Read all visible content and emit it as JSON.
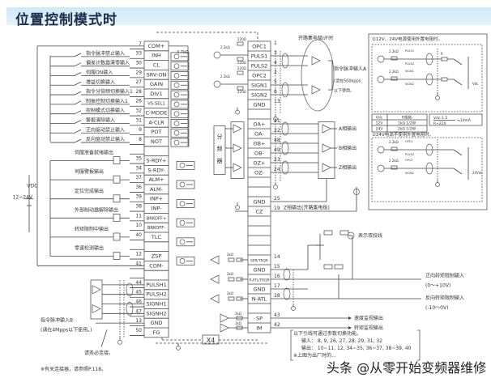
{
  "title": "位置控制模式时",
  "left_connector": {
    "rows": [
      {
        "signal": "COM+",
        "pin": "7",
        "label": ""
      },
      {
        "signal": "INH",
        "pin": "33",
        "label": "指令脉冲禁止输入"
      },
      {
        "signal": "CL",
        "pin": "30",
        "label": "偏差计数器清零输入"
      },
      {
        "signal": "SRV-ON",
        "pin": "29",
        "label": "伺服ON输入"
      },
      {
        "signal": "GAIN",
        "pin": "27",
        "label": "增益切换输入"
      },
      {
        "signal": "DIV1",
        "pin": "28",
        "label": "指令分倍频切换输入1"
      },
      {
        "signal": "VS-SEL1",
        "pin": "26",
        "label": "制振控制切换输入1"
      },
      {
        "signal": "C-MODE",
        "pin": "32",
        "label": "控制模式切换输入"
      },
      {
        "signal": "A-CLR",
        "pin": "31",
        "label": "警报清除输入"
      },
      {
        "signal": "POT",
        "pin": "9",
        "label": "正向驱动禁止输入"
      },
      {
        "signal": "NOT",
        "pin": "8",
        "label": "反向驱动禁止输入"
      },
      {
        "signal": "",
        "pin": "",
        "label": ""
      },
      {
        "signal": "S-RDY+",
        "pin": "35",
        "label": "伺服准备就绪输出"
      },
      {
        "signal": "S-RDY-",
        "pin": "34",
        "label": ""
      },
      {
        "signal": "ALM+",
        "pin": "37",
        "label": "伺服警报输出"
      },
      {
        "signal": "ALM-",
        "pin": "36",
        "label": ""
      },
      {
        "signal": "INP+",
        "pin": "39",
        "label": "定位完成输出"
      },
      {
        "signal": "INP-",
        "pin": "38",
        "label": ""
      },
      {
        "signal": "BRKOFF+",
        "pin": "11",
        "label": "外部制动器解除输出"
      },
      {
        "signal": "BRKOFF-",
        "pin": "10",
        "label": ""
      },
      {
        "signal": "TLC",
        "pin": "40",
        "label": "转矩限制中输出"
      },
      {
        "signal": "",
        "pin": "",
        "label": ""
      },
      {
        "signal": "ZSP",
        "pin": "12",
        "label": "零速检测输出"
      },
      {
        "signal": "COM-",
        "pin": "41",
        "label": ""
      },
      {
        "signal": "",
        "pin": "",
        "label": ""
      },
      {
        "signal": "PULSH1",
        "pin": "44",
        "label": ""
      },
      {
        "signal": "PULSH2",
        "pin": "45",
        "label": ""
      },
      {
        "signal": "SIGNH1",
        "pin": "46",
        "label": ""
      },
      {
        "signal": "SIGNH2",
        "pin": "47",
        "label": ""
      },
      {
        "signal": "GND",
        "pin": "13",
        "label": ""
      },
      {
        "signal": "FG",
        "pin": "50",
        "label": ""
      }
    ],
    "resistor_label": "4.7kΩ",
    "vdc_label": "VDC",
    "vdc_range": "12~24V",
    "pulse_input_b": "指令脉冲输入B",
    "pulse_input_b_note": "(请在4Mpps以下使用。)",
    "must_connect": "请务必连接。",
    "connector_note": "※有关连接器，请参照P.118。"
  },
  "center_connector": {
    "rows": [
      {
        "signal": "OPC1",
        "pin": "1"
      },
      {
        "signal": "PULS1",
        "pin": "3"
      },
      {
        "signal": "PULS2",
        "pin": "4"
      },
      {
        "signal": "OPC2",
        "pin": "2"
      },
      {
        "signal": "SIGN1",
        "pin": "5"
      },
      {
        "signal": "SIGN2",
        "pin": "6"
      },
      {
        "signal": "GND",
        "pin": "13"
      },
      {
        "signal": "",
        "pin": ""
      },
      {
        "signal": "OA+",
        "pin": "21"
      },
      {
        "signal": "OA-",
        "pin": "22"
      },
      {
        "signal": "OB+",
        "pin": "48"
      },
      {
        "signal": "OB-",
        "pin": "49"
      },
      {
        "signal": "OZ+",
        "pin": "23"
      },
      {
        "signal": "OZ-",
        "pin": "24"
      },
      {
        "signal": "",
        "pin": ""
      },
      {
        "signal": "",
        "pin": ""
      },
      {
        "signal": "GND",
        "pin": "25"
      },
      {
        "signal": "CZ",
        "pin": "19"
      },
      {
        "signal": "",
        "pin": ""
      },
      {
        "signal": "",
        "pin": ""
      },
      {
        "signal": "",
        "pin": ""
      },
      {
        "signal": "",
        "pin": ""
      },
      {
        "signal": "SPR/TRQR",
        "pin": "14"
      },
      {
        "signal": "GND",
        "pin": "15"
      },
      {
        "signal": "P-ATL/TRQR",
        "pin": "16"
      },
      {
        "signal": "GND",
        "pin": "17"
      },
      {
        "signal": "N-ATL",
        "pin": "18"
      },
      {
        "signal": "",
        "pin": ""
      },
      {
        "signal": "SP",
        "pin": "43"
      },
      {
        "signal": "IM",
        "pin": "42"
      }
    ],
    "r220": "220Ω",
    "r2k2": "2.2kΩ",
    "r1k": "1kΩ",
    "r2k": "2kΩ",
    "open_collector_if": "开路集电极I/F时",
    "pulse_input_a": "指令脉冲输入A",
    "pulse_input_a_note1": "(请在500kpps",
    "pulse_input_a_note2": "以下使用。",
    "divider": [
      "分",
      "频",
      "器"
    ],
    "a_phase": "A相输出",
    "b_phase": "B相输出",
    "z_phase": "Z相输出",
    "z_open_collector": "Z相输出(开路集电极)",
    "twisted_pair": "表示双绞线",
    "fwd_torque": "正向转矩限制输入",
    "fwd_range": "(0～+10V)",
    "rev_torque": "反向转矩限制输入",
    "rev_range": "(-10～0V)",
    "speed_monitor": "速度监视输出",
    "torque_monitor": "转矩监视输出",
    "x4": "X4",
    "notes": [
      "以下引线可通过参数切换功能。",
      "输入：  8, 9, 26, 27, 28, 29, 31, 32",
      "输出：  10~11, 12, 34~35, 36~37, 38~39, 40",
      "※上图为出厂时的..."
    ]
  },
  "right_panel": {
    "case1_title": "①12V、24V电源使用外置电阻时。",
    "case2_title": "②24V电源不使用外置电阻时。",
    "table_headers": [
      "Vdc",
      "R规格"
    ],
    "table_rows": [
      [
        "12V",
        "1kΩ 1/2W"
      ],
      [
        "24V",
        "2kΩ 1/2W"
      ]
    ],
    "formula_num": "Vdc-1.5",
    "formula_den": "R+220",
    "formula_result": "≒10mA",
    "vdc": "Vdc",
    "v24": "24Vdc",
    "pins_case1": [
      "PULS1",
      "PULS2",
      "SIGN1",
      "SIGN2"
    ],
    "pins_case2": [
      "OPC1",
      "PULS2",
      "OPC2",
      "SIGN2"
    ],
    "r_label": "R"
  },
  "watermark": "头条 @从零开始变频器维修",
  "colors": {
    "title_bg": "#d6eef9",
    "line": "#444444",
    "text": "#333333"
  }
}
